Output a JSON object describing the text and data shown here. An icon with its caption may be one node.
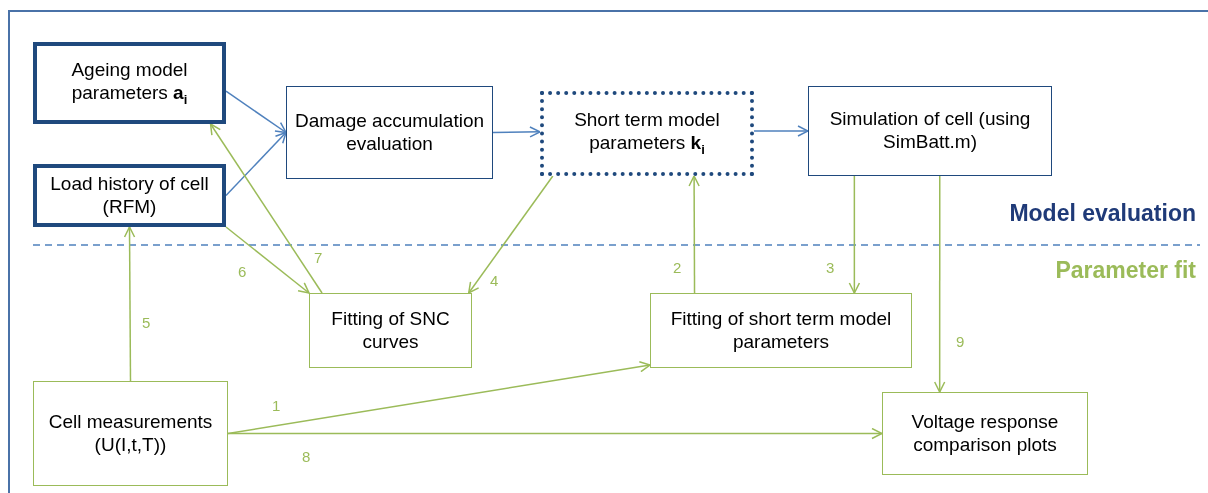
{
  "diagram": {
    "nodes": [
      {
        "text": [
          "Ageing model parameters **a**$_{i}$"
        ]
      },
      {
        "text": [
          "Load history of cell (RFM)"
        ]
      },
      {
        "text": [
          "Damage accumulation evaluation"
        ]
      },
      {
        "text": [
          "Short term model parameters **k**$_{i}$"
        ]
      },
      {
        "text": [
          "Simulation of cell (using SimBatt.m)"
        ]
      },
      {
        "text": [
          "Fitting of SNC curves"
        ]
      },
      {
        "text": [
          "Fitting of short term model parameters"
        ]
      },
      {
        "text": [
          "Cell measurements (U(I,t,T))"
        ]
      },
      {
        "text": [
          "Voltage response comparison plots"
        ]
      }
    ],
    "edges": [
      {
        "from": 0,
        "to": 2,
        "arrow": "to",
        "color": "#4f81bd"
      },
      {
        "from": 1,
        "to": 2,
        "arrow": "to",
        "color": "#4f81bd"
      },
      {
        "from": 2,
        "to": 3,
        "arrow": "to",
        "color": "#4f81bd"
      },
      {
        "from": 3,
        "to": 4,
        "arrow": "to",
        "color": "#4f81bd"
      },
      {
        "from": 7,
        "to": 6,
        "arrow": "to",
        "label": "1"
      },
      {
        "from": 6,
        "to": 3,
        "arrow": "to",
        "label": "2"
      },
      {
        "from": 4,
        "to": 6,
        "arrow": "to",
        "label": "3"
      },
      {
        "from": 3,
        "to": 5,
        "arrow": "to",
        "label": "4"
      },
      {
        "from": 7,
        "to": 1,
        "arrow": "to",
        "label": "5"
      },
      {
        "from": 1,
        "to": 5,
        "arrow": "to",
        "label": "6"
      },
      {
        "from": 5,
        "to": 0,
        "arrow": "to",
        "label": "7"
      },
      {
        "from": 7,
        "to": 8,
        "arrow": "to",
        "label": "8"
      },
      {
        "from": 4,
        "to": 8,
        "arrow": "to",
        "label": "9"
      }
    ],
    "labels": [
      "Model evaluation",
      "Parameter fit"
    ]
  }
}
